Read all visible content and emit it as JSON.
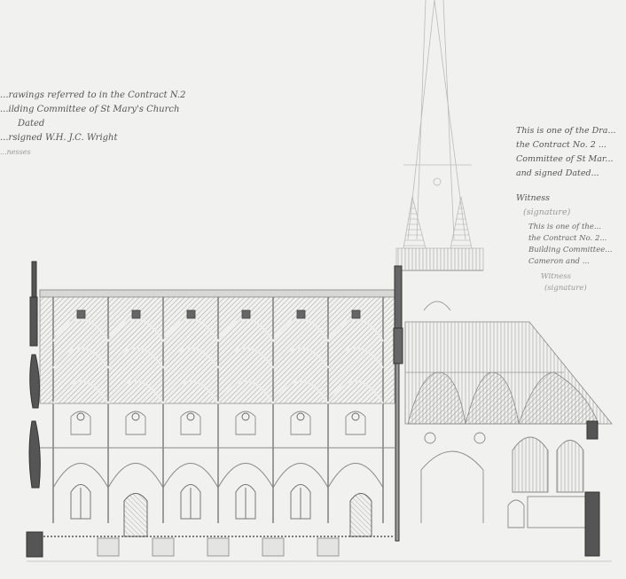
{
  "image": {
    "subject": "Architectural longitudinal section drawing of a Gothic Revival church",
    "medium": "Pen and ink on paper",
    "background_color": "#f1f1ef",
    "ink_color": "#555555"
  },
  "annotations": {
    "left": {
      "lines": [
        "...rawings referred to in the Contract N.2",
        "...ilding Committee of St Mary's Church",
        "Dated",
        "...rsigned W.H. J.C. Wright",
        "...nesses"
      ]
    },
    "right": {
      "lines": [
        "This is one of the Dra...",
        "the Contract No. 2 ...",
        "Committee of St Mar...",
        "and signed  Dated..."
      ],
      "witness_label": "Witness",
      "witness_name": "(signature)"
    },
    "right_secondary": {
      "lines": [
        "This is one of the...",
        "the Contract No. 2...",
        "Building Committee...",
        "Cameron and ..."
      ],
      "witness_label": "Witness",
      "witness_name": "(signature)"
    }
  },
  "drawing": {
    "nave": {
      "bays": 6,
      "clerestory_roundels": 6,
      "arcade_arches": 6
    },
    "tower": {
      "spire": true,
      "pinnacles": 2
    },
    "chancel": {
      "vault_ribs": 4,
      "windows": 2,
      "quatrefoils": 2,
      "arched_doorway": true
    }
  }
}
